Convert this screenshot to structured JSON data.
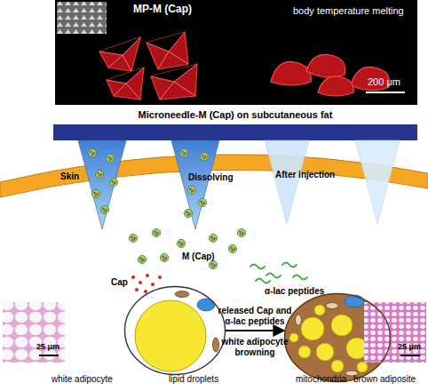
{
  "diagram": {
    "nodes": [
      {
        "text": [
          "MP-M (Cap)",
          "body temperature melting",
          "200 μm"
        ]
      },
      {
        "text": [
          "Microneedle-M (Cap) on subcutaneous fat"
        ]
      },
      {
        "text": [
          "25 μm"
        ]
      },
      {
        "text": [
          "white adipocyte"
        ]
      },
      {
        "text": [
          "brown adiposite"
        ]
      },
      {
        "text": [
          "25 μm"
        ]
      }
    ],
    "edges": [
      {
        "from": 3,
        "to": 4,
        "arrow": "to",
        "label": "released Cap and α-lac peptides"
      }
    ],
    "labels": [
      "white adipocyte browning",
      "Skin",
      "Dissolving",
      "After injection",
      "M (Cap)",
      "Cap",
      "α-lac peptides",
      "lipid droplets",
      "mitochondria"
    ]
  }
}
